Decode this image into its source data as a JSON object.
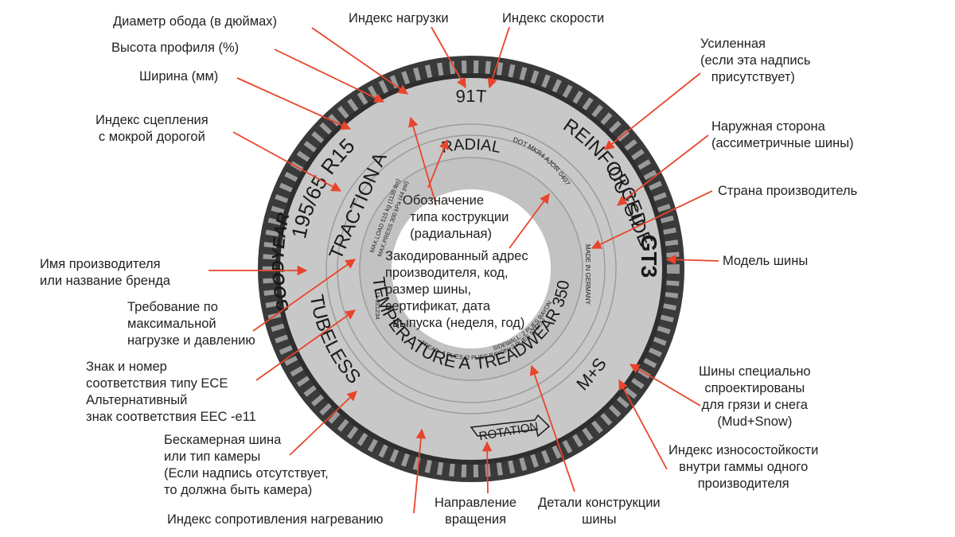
{
  "tire": {
    "size": "195/65 R15",
    "load_speed": "91T",
    "reinforced": "REINFORCED",
    "outside": "OUTSIDE",
    "radial": "RADIAL",
    "traction": "TRACTION A",
    "temperature": "TEMPERATURE A",
    "tubeless": "TUBELESS",
    "treadwear": "TREADWEAR 350",
    "ms": "M+S",
    "rotation": "ROTATION",
    "brand": "GOODYEAR",
    "model": "GT3",
    "made_in": "MADE IN GERMANY",
    "dot": "DOT MKR4 AJOR 0407",
    "max_load": "MAX.LOAD 515 kg (1135 lbs)",
    "max_press": "MAX.PRESS 300 kPa (44 psi)",
    "ece": "11 021234",
    "tread_plies": "TREAD: 4 PLIES (2 PLIES RAYON+2 PLIES STEEL)",
    "sidewall_plies": "SIDEWALL: 2 PLIES RAYON"
  },
  "labels": {
    "rim_diameter": "Диаметр обода (в дюймах)",
    "profile_height": "Высота профиля (%)",
    "width": "Ширина (мм)",
    "wet_grip": "Индекс сцепления\nс мокрой дорогой",
    "load_index": "Индекс нагрузки",
    "speed_index": "Индекс скорости",
    "reinforced": "Усиленная\n(если эта надпись\n   присутствует)",
    "outer_side": "Наружная сторона\n(ассиметричные шины)",
    "country": "Страна производитель",
    "model": "Модель шины",
    "construction_type": "Обозначение\n  типа кострукции\n  (радиальная)",
    "coded_address": "Закодированный адрес\nпроизводителя, код,\nразмер шины,\nсертификат, дата\n  выпуска (неделя, год)",
    "brand": "Имя производителя\nили название бренда",
    "max_load": "Требование по\nмаксимальной\nнагрузке и давлению",
    "ece": "Знак и номер\nсоответствия типу ECE\nАльтернативный\nзнак соответствия EEC -e11",
    "tubeless": "Бескамерная шина\nили тип камеры\n(Если надпись отсутствует,\nто должна быть камера)",
    "heat_resistance": "Индекс сопротивления нагреванию",
    "rotation": "Направление\nвращения",
    "construction_details": "Детали конструкции\nшины",
    "mud_snow": "Шины специально\nспроектированы\nдля грязи и снега\n(Mud+Snow)",
    "treadwear": "Индекс износостойкости\nвнутри гаммы одного\nпроизводителя"
  },
  "colors": {
    "arrow": "#e8452c",
    "tread": "#3a3a3a",
    "sidewall": "#c8c8c8",
    "inner": "#bdbdbd"
  }
}
